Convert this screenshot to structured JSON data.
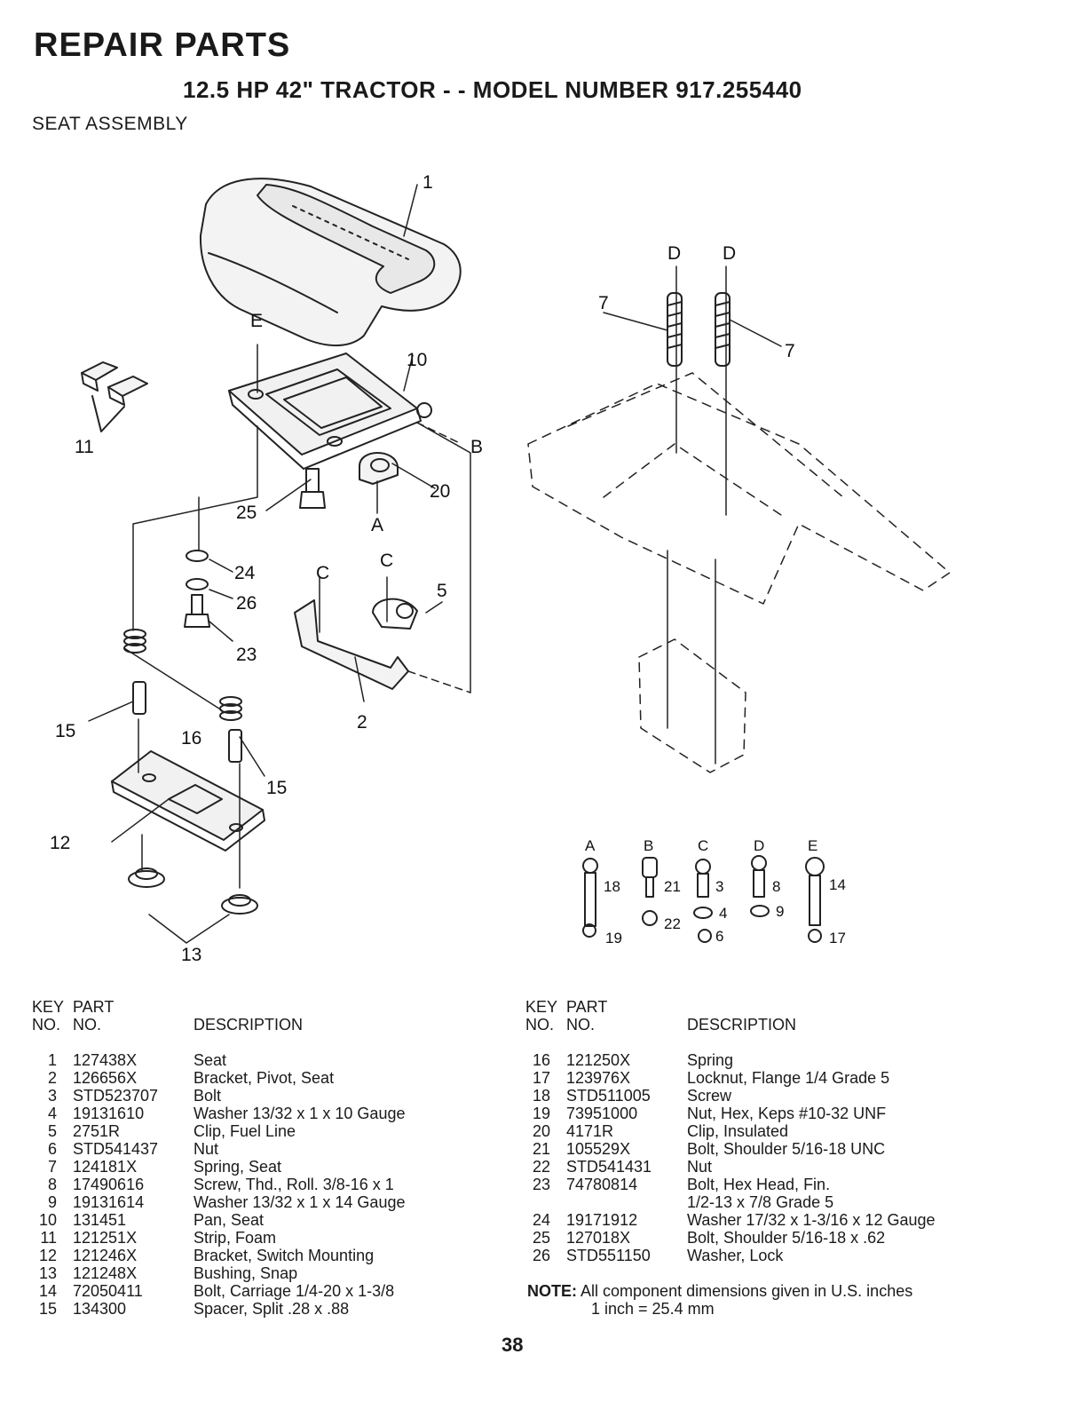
{
  "header": {
    "title": "REPAIR PARTS",
    "subtitle": "12.5 HP 42\" TRACTOR - - MODEL NUMBER 917.255440",
    "section": "SEAT ASSEMBLY"
  },
  "diagram": {
    "callouts": [
      "1",
      "10",
      "11",
      "25",
      "20",
      "24",
      "26",
      "23",
      "5",
      "2",
      "15",
      "16",
      "15",
      "12",
      "13",
      "7",
      "7"
    ],
    "connectors": [
      "E",
      "B",
      "A",
      "C",
      "C",
      "D",
      "D"
    ],
    "hardware_letters": [
      "A",
      "B",
      "C",
      "D",
      "E"
    ],
    "hardware_numbers": [
      "18",
      "19",
      "21",
      "22",
      "3",
      "4",
      "6",
      "8",
      "9",
      "14",
      "17"
    ]
  },
  "table_headers": {
    "key_line1": "KEY",
    "key_line2": "NO.",
    "part_line1": "PART",
    "part_line2": "NO.",
    "description": "DESCRIPTION"
  },
  "parts_left": [
    {
      "key": "1",
      "part": "127438X",
      "desc": "Seat"
    },
    {
      "key": "2",
      "part": "126656X",
      "desc": "Bracket, Pivot, Seat"
    },
    {
      "key": "3",
      "part": "STD523707",
      "desc": "Bolt"
    },
    {
      "key": "4",
      "part": "19131610",
      "desc": "Washer 13/32 x 1 x 10 Gauge"
    },
    {
      "key": "5",
      "part": "2751R",
      "desc": "Clip, Fuel Line"
    },
    {
      "key": "6",
      "part": "STD541437",
      "desc": "Nut"
    },
    {
      "key": "7",
      "part": "124181X",
      "desc": "Spring, Seat"
    },
    {
      "key": "8",
      "part": "17490616",
      "desc": "Screw, Thd., Roll. 3/8-16 x 1"
    },
    {
      "key": "9",
      "part": "19131614",
      "desc": "Washer 13/32 x 1 x 14 Gauge"
    },
    {
      "key": "10",
      "part": "131451",
      "desc": "Pan, Seat"
    },
    {
      "key": "11",
      "part": "121251X",
      "desc": "Strip, Foam"
    },
    {
      "key": "12",
      "part": "121246X",
      "desc": "Bracket, Switch Mounting"
    },
    {
      "key": "13",
      "part": "121248X",
      "desc": "Bushing, Snap"
    },
    {
      "key": "14",
      "part": "72050411",
      "desc": "Bolt, Carriage 1/4-20 x 1-3/8"
    },
    {
      "key": "15",
      "part": "134300",
      "desc": "Spacer, Split .28 x .88"
    }
  ],
  "parts_right": [
    {
      "key": "16",
      "part": "121250X",
      "desc": "Spring"
    },
    {
      "key": "17",
      "part": "123976X",
      "desc": "Locknut, Flange 1/4 Grade 5"
    },
    {
      "key": "18",
      "part": "STD511005",
      "desc": "Screw"
    },
    {
      "key": "19",
      "part": "73951000",
      "desc": "Nut, Hex, Keps #10-32 UNF"
    },
    {
      "key": "20",
      "part": "4171R",
      "desc": "Clip, Insulated"
    },
    {
      "key": "21",
      "part": "105529X",
      "desc": "Bolt, Shoulder 5/16-18 UNC"
    },
    {
      "key": "22",
      "part": "STD541431",
      "desc": "Nut"
    },
    {
      "key": "23",
      "part": "74780814",
      "desc": "Bolt, Hex Head, Fin."
    },
    {
      "key": "",
      "part": "",
      "desc": "1/2-13 x 7/8 Grade 5"
    },
    {
      "key": "24",
      "part": "19171912",
      "desc": "Washer 17/32 x 1-3/16 x 12 Gauge"
    },
    {
      "key": "25",
      "part": "127018X",
      "desc": "Bolt, Shoulder 5/16-18 x .62"
    },
    {
      "key": "26",
      "part": "STD551150",
      "desc": "Washer, Lock"
    }
  ],
  "note": {
    "label": "NOTE:",
    "line1": "All component dimensions given in U.S. inches",
    "line2": "1 inch = 25.4 mm"
  },
  "page_number": "38"
}
